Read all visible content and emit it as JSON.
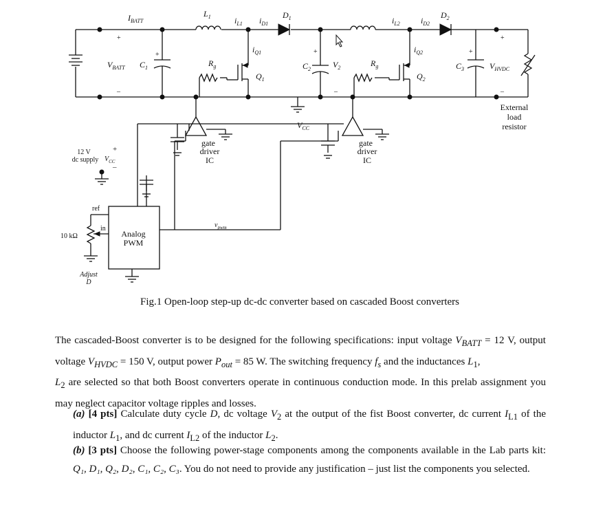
{
  "figure": {
    "labels": {
      "i_batt": "I",
      "i_batt_sub": "BATT",
      "l1": "L",
      "l1_sub": "1",
      "il1": "i",
      "il1_sub": "L1",
      "id1": "i",
      "id1_sub": "D1",
      "d1": "D",
      "d1_sub": "1",
      "il2": "i",
      "il2_sub": "L2",
      "id2": "i",
      "id2_sub": "D2",
      "d2": "D",
      "d2_sub": "2",
      "v_batt": "V",
      "v_batt_sub": "BATT",
      "c1": "C",
      "c1_sub": "1",
      "rg1": "R",
      "rg1_sub": "g",
      "iq1": "i",
      "iq1_sub": "Q1",
      "q1": "Q",
      "q1_sub": "1",
      "c2": "C",
      "c2_sub": "2",
      "v2": "V",
      "v2_sub": "2",
      "rg2": "R",
      "rg2_sub": "g",
      "iq2": "i",
      "iq2_sub": "Q2",
      "q2": "Q",
      "q2_sub": "2",
      "c3": "C",
      "c3_sub": "3",
      "v_hvdc": "V",
      "v_hvdc_sub": "HVDC",
      "ext_load_1": "External",
      "ext_load_2": "load",
      "ext_load_3": "resistor",
      "vcc_mid": "V",
      "vcc_mid_sub": "CC",
      "gate_driver_1a": "gate",
      "gate_driver_1b": "driver",
      "gate_driver_1c": "IC",
      "gate_driver_2a": "gate",
      "gate_driver_2b": "driver",
      "gate_driver_2c": "IC",
      "supply_1": "12 V",
      "supply_2": "dc supply",
      "vcc_left": "V",
      "vcc_left_sub": "CC",
      "ref": "ref",
      "in": "in",
      "pot": "10 kΩ",
      "analog_1": "Analog",
      "analog_2": "PWM",
      "vpwm": "v",
      "vpwm_sub": "pwm",
      "adjust": "Adjust",
      "adjust_d": "D",
      "plus": "+",
      "minus": "–"
    }
  },
  "caption": "Fig.1 Open-loop step-up dc-dc converter based on cascaded Boost converters",
  "paragraph": {
    "t1": "The cascaded-Boost converter is to be designed for the following specifications: input voltage ",
    "v_batt": "V",
    "v_batt_sub": "BATT",
    "t2": " = 12 V, output voltage ",
    "v_hvdc": "V",
    "v_hvdc_sub": "HVDC",
    "t3": " = 150 V, output power ",
    "p_out": "P",
    "p_out_sub": "out",
    "t4": " = 85 W. The switching frequency ",
    "fs": "f",
    "fs_sub": "s",
    "t5": " and the inductances ",
    "l1": "L",
    "l1_sub": "1",
    "t6": ", ",
    "l2": "L",
    "l2_sub": "2",
    "t7": " are selected so that both Boost converters operate in continuous conduction mode. In this prelab assignment you may neglect capacitor voltage ripples and losses."
  },
  "item_a": {
    "label": "(a)",
    "pts": "[4 pts]",
    "t1": " Calculate duty cycle ",
    "d": "D",
    "t2": ", dc voltage ",
    "v2": "V",
    "v2_sub": "2",
    "t3": " at the output of the fist Boost converter, dc current ",
    "il1": "I",
    "il1_sub": "L1",
    "t4": " of the inductor ",
    "l1": "L",
    "l1_sub": "1",
    "t5": ", and dc current ",
    "il2": "I",
    "il2_sub": "L2",
    "t6": " of the inductor ",
    "l2": "L",
    "l2_sub": "2",
    "t7": "."
  },
  "item_b": {
    "label": "(b)",
    "pts": "[3 pts]",
    "t1": " Choose the following power-stage components among the components available in the Lab parts kit: ",
    "list": "Q₁, D₁, Q₂, D₂, C₁, C₂, C₃",
    "t2": ". You do not need to provide any justification – just list the components you selected."
  }
}
